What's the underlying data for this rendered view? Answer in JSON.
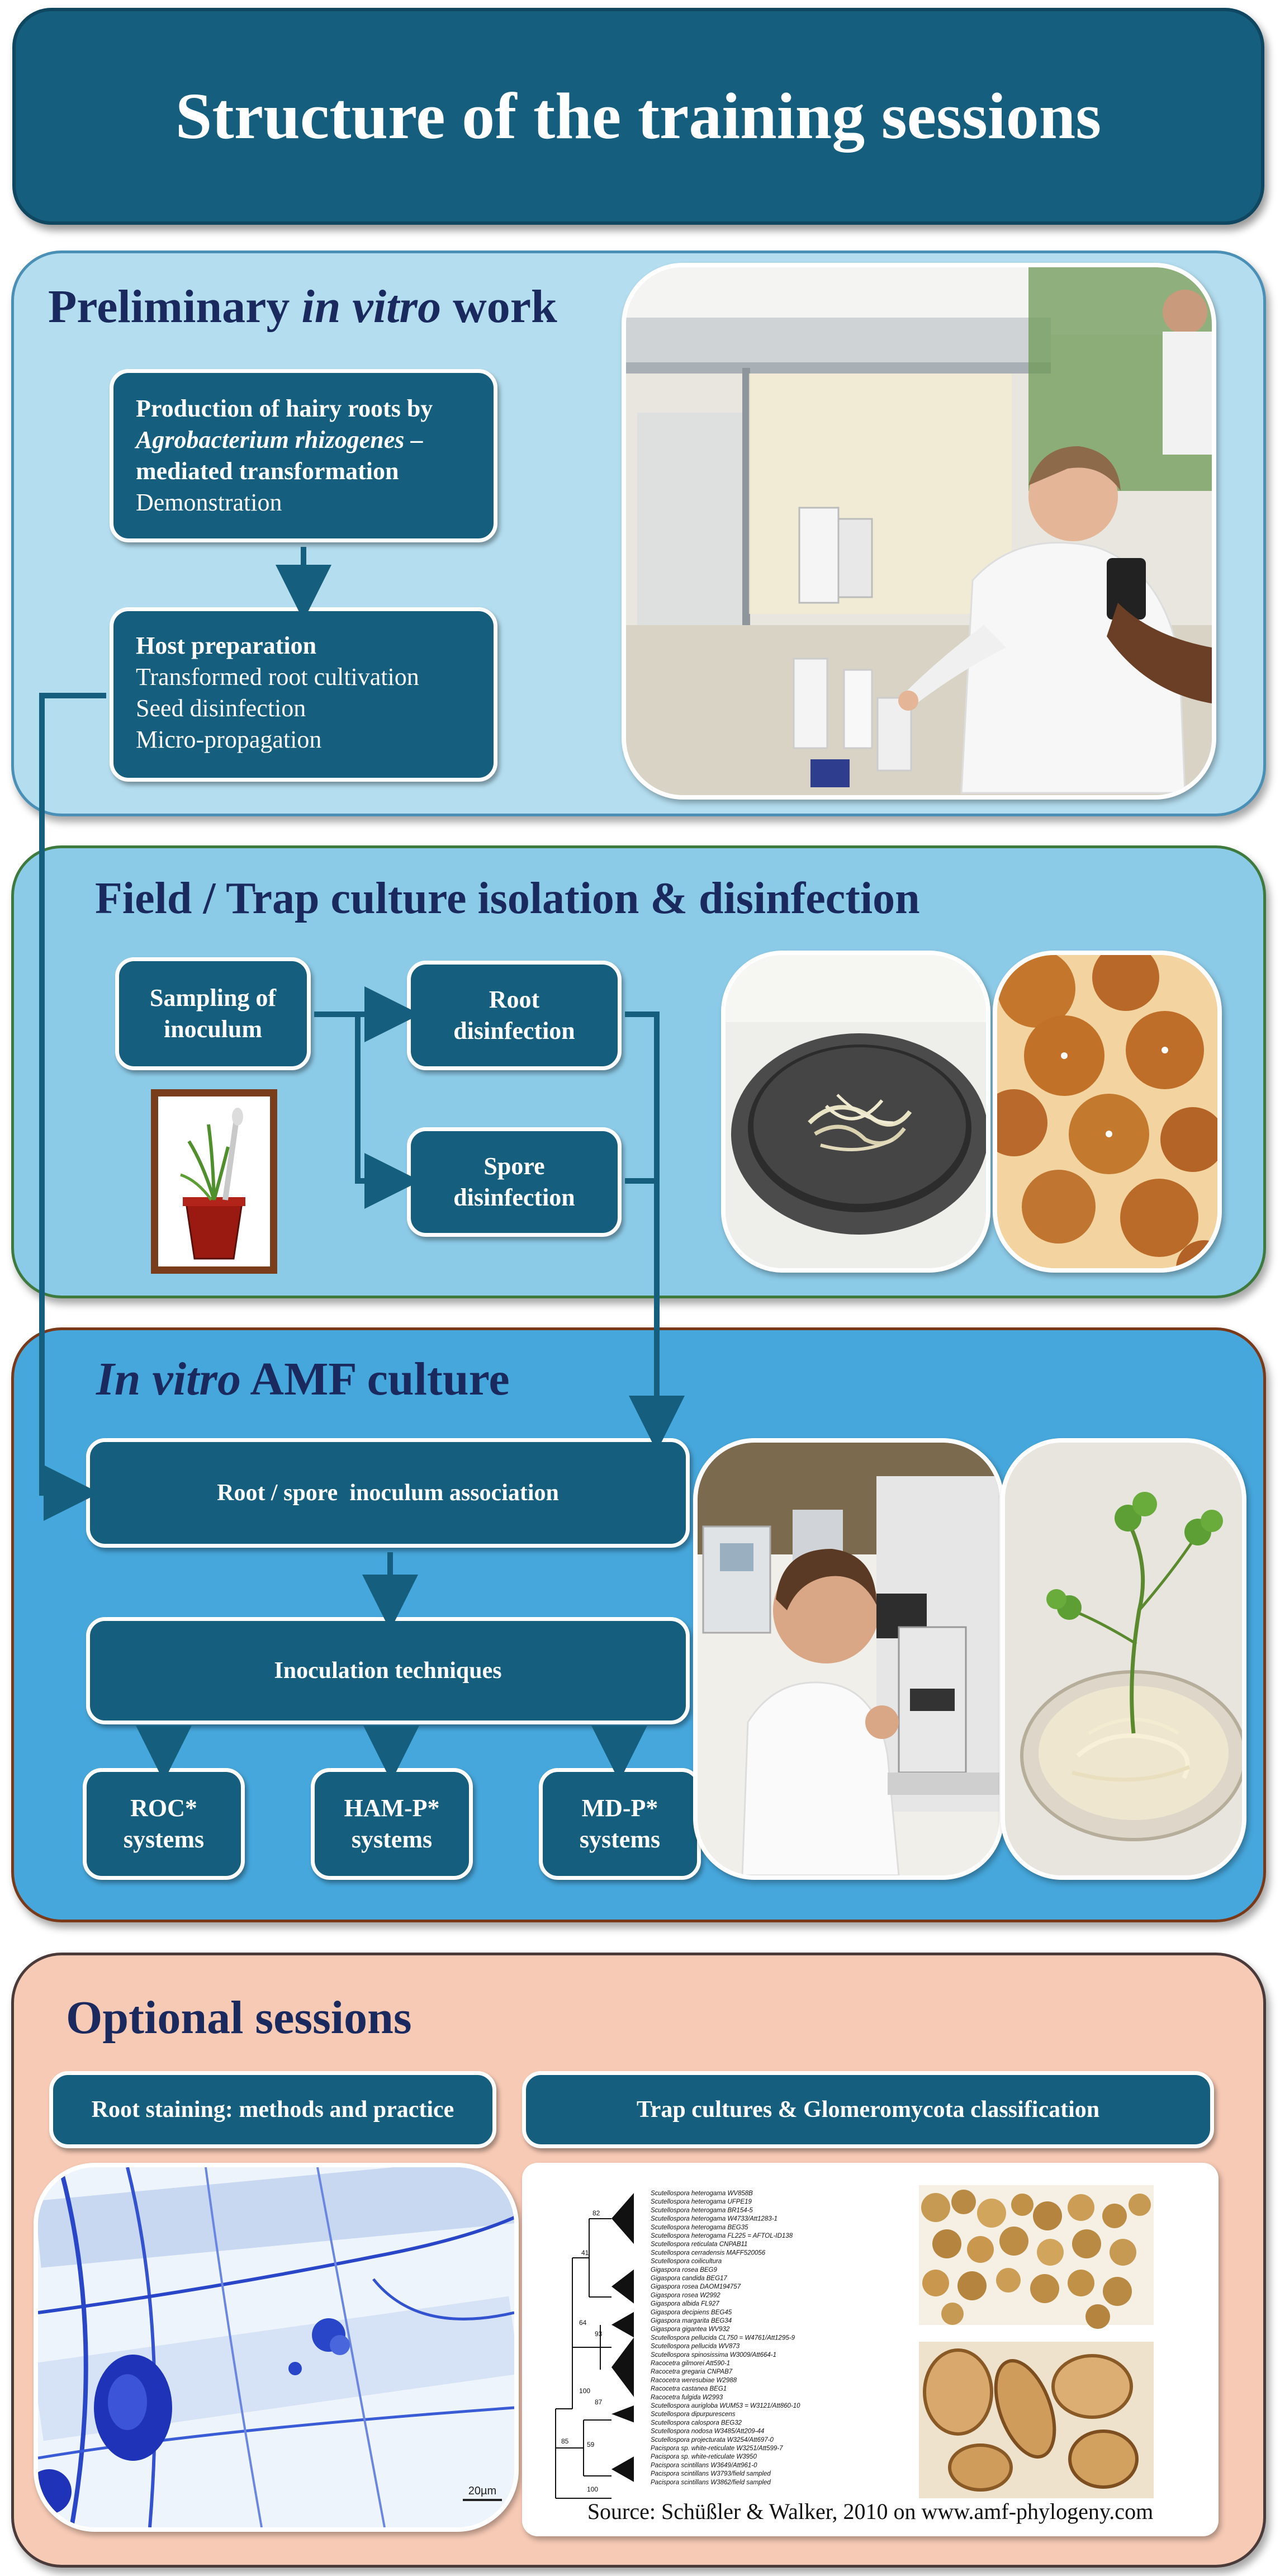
{
  "header": {
    "title": "Structure of the training sessions"
  },
  "section1": {
    "title_prefix": "Preliminary ",
    "title_italic": "in vitro",
    "title_suffix": " work",
    "box1": {
      "line1": "Production of hairy roots by",
      "line2_italic": "Agrobacterium rhizogenes",
      "line2_suffix": " –",
      "line3": "mediated transformation",
      "line4": "Demonstration"
    },
    "box2": {
      "heading": "Host preparation",
      "items": [
        "Transformed root cultivation",
        "Seed disinfection",
        "Micro-propagation"
      ]
    }
  },
  "section2": {
    "title": "Field / Trap culture isolation & disinfection",
    "sampling": {
      "line1": "Sampling of",
      "line2": "inoculum"
    },
    "root": {
      "line1": "Root",
      "line2": "disinfection"
    },
    "spore": {
      "line1": "Spore",
      "line2": "disinfection"
    }
  },
  "section3": {
    "title_italic": "In vitro",
    "title_suffix": " AMF culture",
    "association": "Root / spore  inoculum association",
    "techniques": "Inoculation techniques",
    "systems": [
      {
        "line1": "ROC*",
        "line2": "systems"
      },
      {
        "line1": "HAM-P*",
        "line2": "systems"
      },
      {
        "line1": "MD-P*",
        "line2": "systems"
      }
    ]
  },
  "section4": {
    "title": "Optional sessions",
    "staining": "Root staining: methods and practice",
    "trap": "Trap cultures & Glomeromycota classification",
    "scale_bar": "20µm",
    "source": "Source: Schüßler & Walker, 2010 on www.amf-phylogeny.com",
    "tree_labels": [
      "Scutellospora heterogama WV858B",
      "Scutellospora heterogama UFPE19",
      "Scutellospora heterogama BR154-5",
      "Scutellospora heterogama W4733/Att1283-1",
      "Scutellospora heterogama BEG35",
      "Scutellospora heterogama FL225 = AFTOL-ID138",
      "Scutellospora reticulata CNPAB11",
      "Scutellospora cerradensis MAFF520056",
      "Scutellospora coilicultura",
      "Gigaspora rosea BEG9",
      "Gigaspora candida BEG17",
      "Gigaspora rosea DAOM194757",
      "Gigaspora rosea W2992",
      "Gigaspora albida FL927",
      "Gigaspora decipiens BEG45",
      "Gigaspora margarita BEG34",
      "Gigaspora gigantea WV932",
      "Scutellospora pellucida CL750 = W4761/Att1295-9",
      "Scutellospora pellucida WV873",
      "Scutellospora spinosissima W3009/Att664-1",
      "Racocetra gilmorei Att590-1",
      "Racocetra gregaria CNPAB7",
      "Racocetra weresubiae W2988",
      "Racocetra castanea BEG1",
      "Racocetra fulgida W2993",
      "Scutellospora aurigloba WUM53 = W3121/Att860-10",
      "Scutellospora dipurpurescens",
      "Scutellospora calospora BEG32",
      "Scutellospora nodosa W3485/Att209-44",
      "Scutellospora projecturata W3254/Att697-0",
      "Pacispora sp. white-reticulate W3251/Att599-7",
      "Pacispora sp. white-reticulate W3950",
      "Pacispora scintillans W3649/Att961-0",
      "Pacispora scintillans W3793/field sampled",
      "Pacispora scintillans W3862/field sampled"
    ],
    "tree_support": [
      "82",
      "41",
      "64",
      "93",
      "100",
      "87",
      "85",
      "59",
      "100"
    ]
  },
  "colors": {
    "dark_blue": "#155e7e",
    "title_navy": "#1a2a5e",
    "section1_fill": "#b4def0",
    "section2_fill": "#8ccbe8",
    "section3_fill": "#46a7dc",
    "section4_fill": "#f7cab5",
    "stain_blue": "#2a46c8"
  }
}
